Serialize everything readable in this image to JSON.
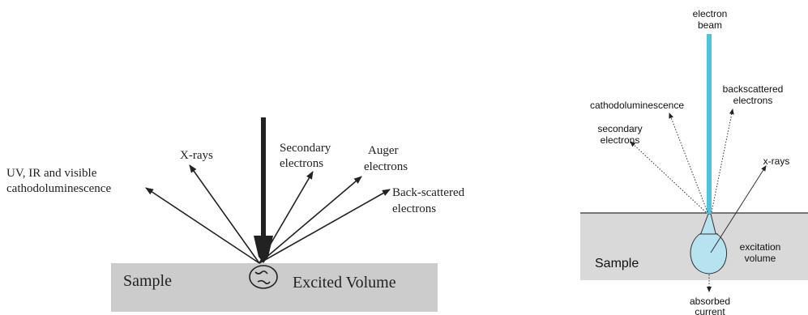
{
  "left": {
    "labels": {
      "uv_line1": "UV, IR and visible",
      "uv_line2": "cathodoluminescence",
      "xrays": "X-rays",
      "secondary_line1": "Secondary",
      "secondary_line2": "electrons",
      "auger_line1": "Auger",
      "auger_line2": "electrons",
      "backscattered_line1": "Back-scattered",
      "backscattered_line2": "electrons",
      "sample": "Sample",
      "excited_volume": "Excited Volume"
    },
    "colors": {
      "sample_fill": "#cccccc",
      "beam": "#222222"
    }
  },
  "right": {
    "labels": {
      "beam_line1": "electron",
      "beam_line2": "beam",
      "backscattered_line1": "backscattered",
      "backscattered_line2": "electrons",
      "cathodoluminescence": "cathodoluminescence",
      "secondary_line1": "secondary",
      "secondary_line2": "electrons",
      "xrays": "x-rays",
      "sample": "Sample",
      "excitation_line1": "excitation",
      "excitation_line2": "volume",
      "absorbed_line1": "absorbed",
      "absorbed_line2": "current"
    },
    "colors": {
      "sample_fill": "#d9d9d9",
      "beam": "#4fc3d9",
      "volume": "#b6e3ef"
    }
  }
}
